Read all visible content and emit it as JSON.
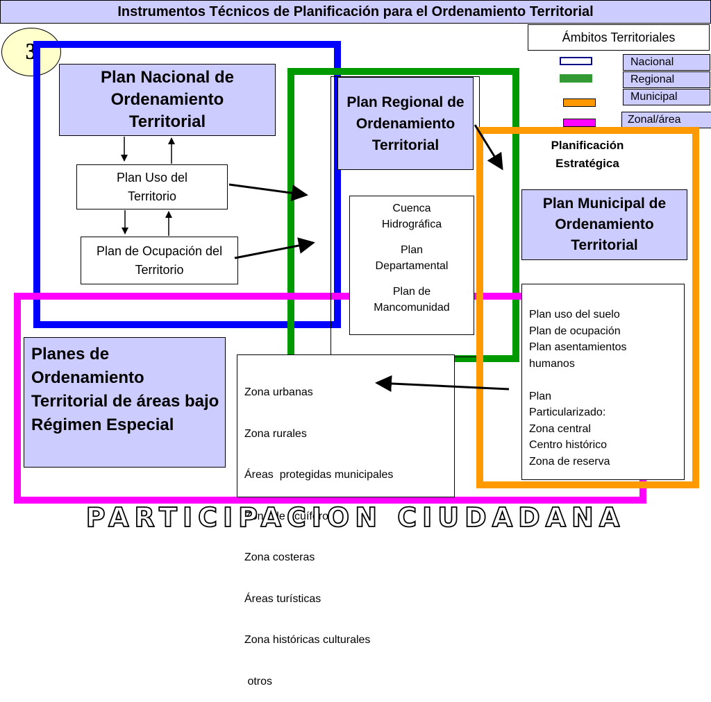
{
  "title": "Instrumentos Técnicos de Planificación para el Ordenamiento Territorial",
  "badge": "3",
  "legend": {
    "header": "Ámbitos Territoriales",
    "items": [
      {
        "label": "Nacional",
        "color": "#ffffff"
      },
      {
        "label": "Regional",
        "color": "#339933"
      },
      {
        "label": "Municipal",
        "color": "#ff9900"
      },
      {
        "label": "Zonal/área",
        "color": "#ff00ff"
      }
    ]
  },
  "colors": {
    "nacional": "#0000ff",
    "regional": "#009900",
    "municipal": "#ff9900",
    "zonal": "#ff00ff",
    "box_fill": "#ccccff"
  },
  "nacional": {
    "title": "Plan Nacional de Ordenamiento Territorial",
    "uso": "Plan Uso del Territorio",
    "ocupacion": "Plan de Ocupación del Territorio"
  },
  "regional": {
    "title": "Plan Regional de Ordenamiento Territorial",
    "items": [
      "Cuenca Hidrográfica",
      "Plan Departamental",
      "Plan de Mancomunidad"
    ]
  },
  "estrategica": "Planificación Estratégica",
  "municipal": {
    "title": "Plan Municipal de Ordenamiento Territorial",
    "items": [
      "Plan uso del suelo",
      "Plan de ocupación",
      "Plan asentamientos",
      "humanos",
      "",
      "Plan",
      "Particularizado:",
      "Zona central",
      "Centro histórico",
      "Zona de reserva"
    ]
  },
  "especial": {
    "title": "Planes de Ordenamiento Territorial de áreas bajo Régimen Especial",
    "zonas": [
      "Zona urbanas",
      "Zona rurales",
      "Áreas  protegidas municipales",
      "Zona de acuíferos",
      "Zona costeras",
      "Áreas turísticas",
      "Zona históricas culturales",
      " otros"
    ]
  },
  "footer": "PARTICIPACION CIUDADANA"
}
